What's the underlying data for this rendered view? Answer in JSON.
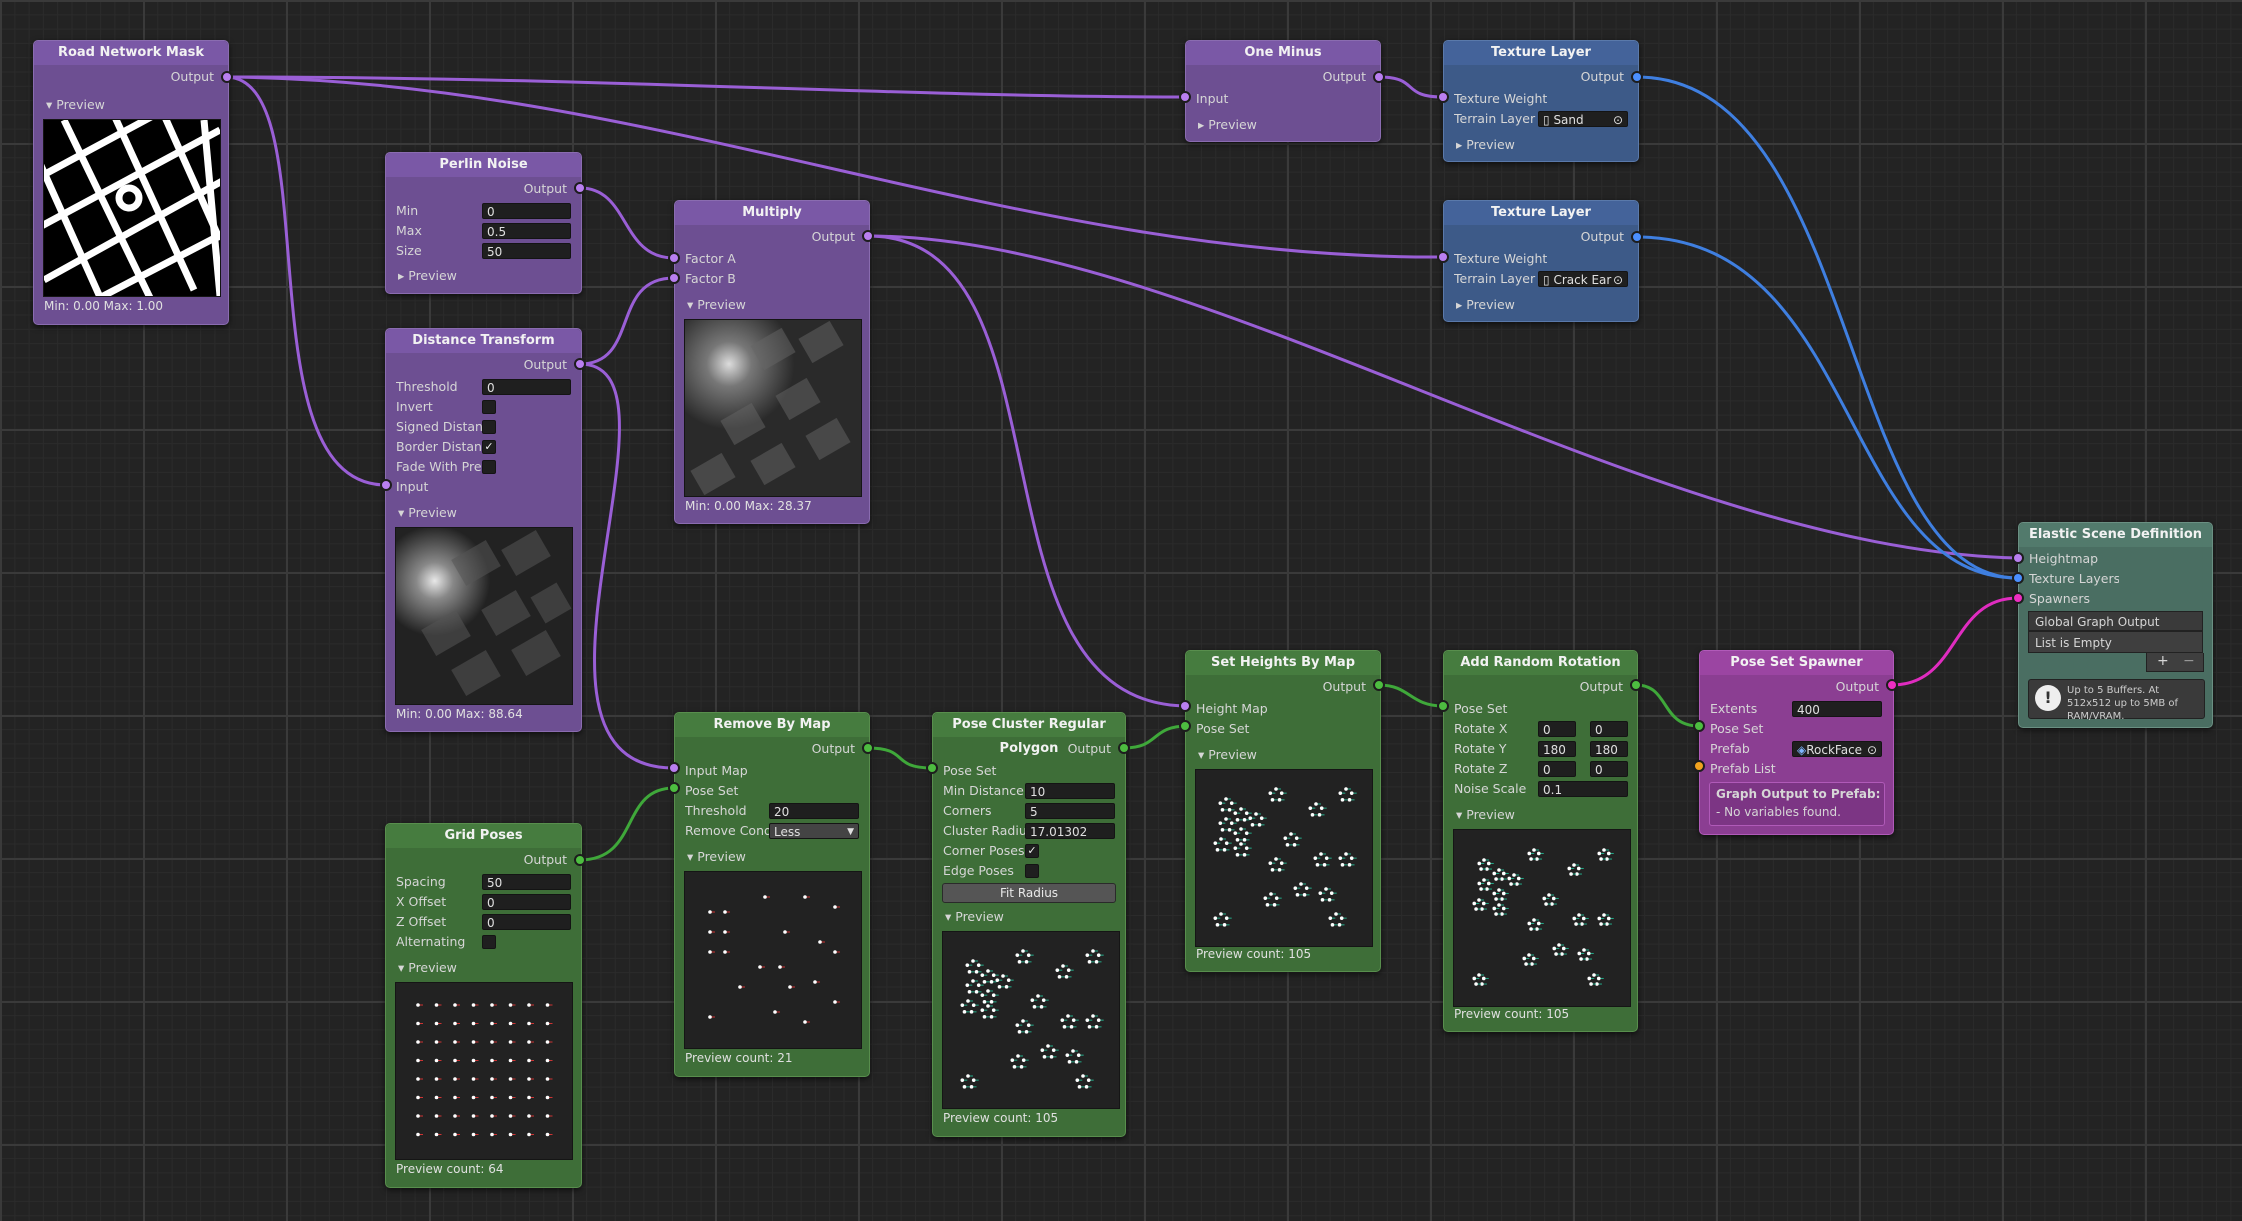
{
  "nodes": {
    "road_mask": {
      "title": "Road Network Mask",
      "output": "Output",
      "preview": "Preview",
      "minmax": "Min: 0.00 Max: 1.00"
    },
    "perlin": {
      "title": "Perlin Noise",
      "output": "Output",
      "min_label": "Min",
      "min": "0",
      "max_label": "Max",
      "max": "0.5",
      "size_label": "Size",
      "size": "50",
      "preview": "Preview"
    },
    "distance": {
      "title": "Distance Transform",
      "output": "Output",
      "threshold_label": "Threshold",
      "threshold": "0",
      "invert_label": "Invert",
      "signed_label": "Signed Distanc",
      "border_label": "Border Distanc",
      "fade_label": "Fade With Prev",
      "input_label": "Input",
      "preview": "Preview",
      "minmax": "Min: 0.00 Max: 88.64",
      "border_checked": "✓"
    },
    "multiply": {
      "title": "Multiply",
      "output": "Output",
      "factor_a": "Factor A",
      "factor_b": "Factor B",
      "preview": "Preview",
      "minmax": "Min: 0.00 Max: 28.37"
    },
    "one_minus": {
      "title": "One Minus",
      "output": "Output",
      "input": "Input",
      "preview": "Preview"
    },
    "texture1": {
      "title": "Texture Layer",
      "output": "Output",
      "weight": "Texture Weight",
      "layer_label": "Terrain Layer",
      "layer_value": "Sand",
      "preview": "Preview"
    },
    "texture2": {
      "title": "Texture Layer",
      "output": "Output",
      "weight": "Texture Weight",
      "layer_label": "Terrain Layer",
      "layer_value": "Crack Ear",
      "preview": "Preview"
    },
    "grid": {
      "title": "Grid Poses",
      "output": "Output",
      "spacing_label": "Spacing",
      "spacing": "50",
      "xoff_label": "X Offset",
      "xoff": "0",
      "zoff_label": "Z Offset",
      "zoff": "0",
      "alt_label": "Alternating",
      "preview": "Preview",
      "count": "Preview count: 64"
    },
    "remove": {
      "title": "Remove By Map",
      "output": "Output",
      "input_map": "Input Map",
      "pose_set": "Pose Set",
      "threshold_label": "Threshold",
      "threshold": "20",
      "cond_label": "Remove Condi",
      "cond": "Less",
      "preview": "Preview",
      "count": "Preview count: 21"
    },
    "cluster": {
      "title": "Pose Cluster Regular Polygon",
      "output": "Output",
      "pose_set": "Pose Set",
      "mindist_label": "Min Distance",
      "mindist": "10",
      "corners_label": "Corners",
      "corners": "5",
      "radius_label": "Cluster Radius",
      "radius": "17.01302",
      "corner_poses_label": "Corner Poses",
      "edge_poses_label": "Edge Poses",
      "fit_button": "Fit Radius",
      "preview": "Preview",
      "count": "Preview count: 105",
      "corner_checked": "✓"
    },
    "heights": {
      "title": "Set Heights By Map",
      "output": "Output",
      "height_map": "Height Map",
      "pose_set": "Pose Set",
      "preview": "Preview",
      "count": "Preview count: 105"
    },
    "rotation": {
      "title": "Add Random Rotation",
      "output": "Output",
      "pose_set": "Pose Set",
      "rx_label": "Rotate X",
      "rx_a": "0",
      "rx_b": "0",
      "ry_label": "Rotate Y",
      "ry_a": "180",
      "ry_b": "180",
      "rz_label": "Rotate Z",
      "rz_a": "0",
      "rz_b": "0",
      "noise_label": "Noise Scale",
      "noise": "0.1",
      "preview": "Preview",
      "count": "Preview count: 105"
    },
    "spawner": {
      "title": "Pose Set Spawner",
      "output": "Output",
      "extents_label": "Extents",
      "extents": "400",
      "pose_set": "Pose Set",
      "prefab_label": "Prefab",
      "prefab": "RockFace",
      "prefab_list": "Prefab List",
      "graph_output_title": "Graph Output to Prefab:",
      "graph_output_msg": "- No variables found."
    },
    "scene": {
      "title": "Elastic Scene Definition",
      "heightmap": "Heightmap",
      "texture_layers": "Texture Layers",
      "spawners": "Spawners",
      "global_output": "Global Graph Output",
      "list_empty": "List is Empty",
      "plus": "+",
      "minus": "−",
      "info": "Up to 5 Buffers. At 512x512 up to 5MB of RAM/VRAM."
    }
  },
  "colors": {
    "purple_wire": "#9a5fd6",
    "blue_wire": "#3f7fe0",
    "green_wire": "#3fa83a",
    "magenta_wire": "#e02cc0"
  }
}
